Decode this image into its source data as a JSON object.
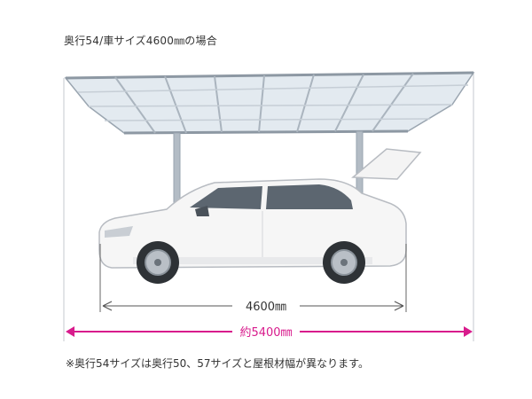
{
  "caption": "奥行54/車サイズ4600㎜の場合",
  "car_dimension": {
    "label": "4600㎜",
    "value": 4600,
    "unit": "mm"
  },
  "depth_dimension": {
    "label": "約5400㎜",
    "value": 5400,
    "unit": "mm"
  },
  "footnote": "※奥行54サイズは奥行50、57サイズと屋根材幅が異なります。",
  "colors": {
    "depth_arrow": "#d81b8c",
    "car_arrow": "#555555",
    "frame": "#a9b3bd",
    "roof_panel": "#dfe7ee",
    "car_body": "#f7f7f7",
    "car_outline": "#b8bcc2"
  }
}
